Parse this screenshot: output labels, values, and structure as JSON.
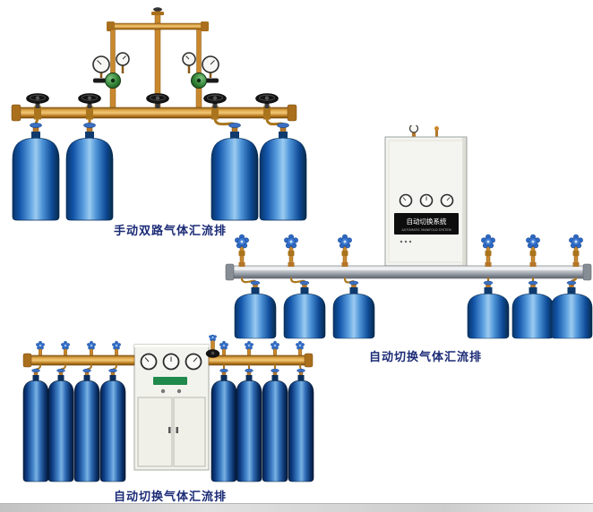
{
  "page": {
    "background": "#ffffff"
  },
  "colors": {
    "caption_text": "#1b2b76",
    "brass_pipe": "#c9882e",
    "aluminum_pipe": "#aab0b8",
    "cylinder_blue": "#1565c0",
    "cylinder_dark_blue": "#0d3c7c",
    "valve_knob_blue": "#2f6cc9",
    "regulator_green": "#2e7d32",
    "cabinet_white": "#f3f3ee",
    "panel_black": "#0d0d0d"
  },
  "figures": [
    {
      "id": "manual-dual-gas-manifold",
      "caption": "手动双路气体汇流排",
      "cylinder_count": 4,
      "regulator_count": 2,
      "handwheel_valve_count": 5,
      "gauge_count": 4
    },
    {
      "id": "auto-switch-gas-manifold-wall-cabinet",
      "caption": "自动切换气体汇流排",
      "cylinder_count": 6,
      "gauge_count": 3,
      "cabinet_panel_text": "自动切换系统",
      "cabinet_panel_subtext": "AUTOMATIC MANIFOLD SYSTEM"
    },
    {
      "id": "auto-switch-gas-manifold-floor-cabinet",
      "caption": "自动切换气体汇流排",
      "cylinder_count": 8,
      "gauge_count": 3
    }
  ]
}
